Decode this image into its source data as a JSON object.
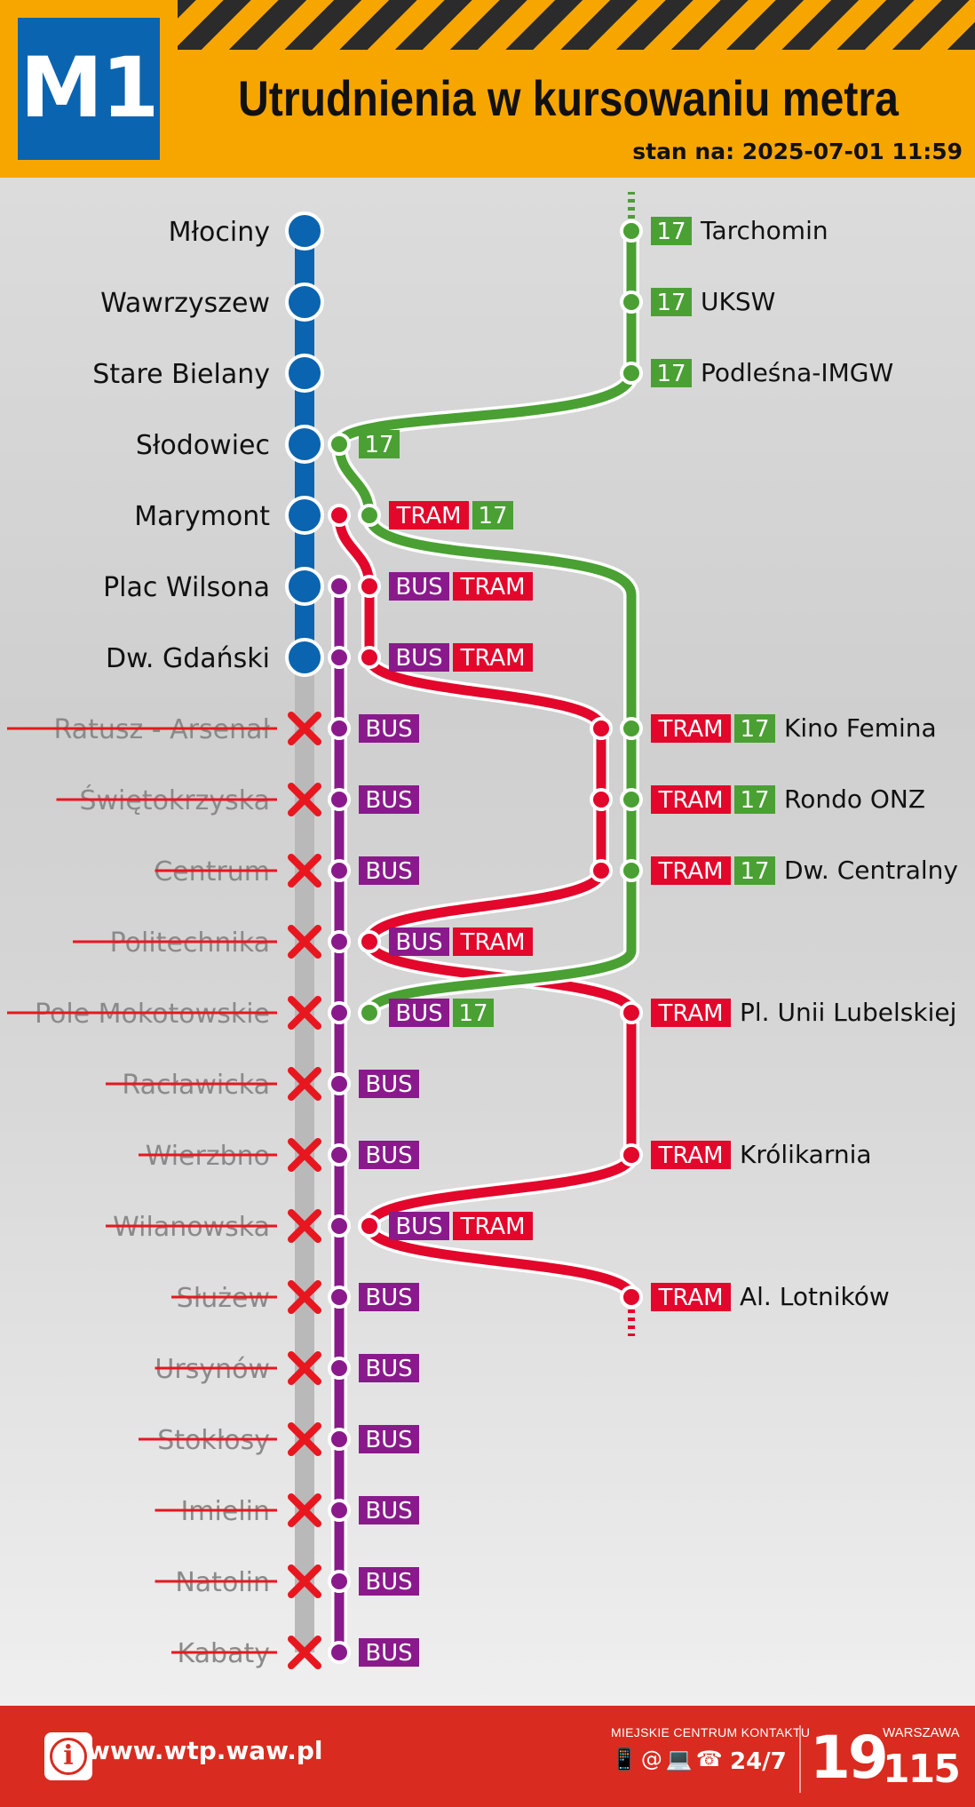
{
  "header": {
    "line_badge": "M1",
    "title": "Utrudnienia w kursowaniu metra",
    "timestamp": "stan na: 2025-07-01 11:59"
  },
  "colors": {
    "metro": "#0a64b0",
    "closed": "#b9b9b9",
    "closed_mark": "#e8171f",
    "bus": "#8a1a8c",
    "tram": "#e2072b",
    "line17": "#4aa033",
    "header_bg": "#f7a600",
    "footer_bg": "#d92b1f"
  },
  "metro_stations": [
    {
      "name": "Młociny",
      "status": "open"
    },
    {
      "name": "Wawrzyszew",
      "status": "open"
    },
    {
      "name": "Stare Bielany",
      "status": "open"
    },
    {
      "name": "Słodowiec",
      "status": "open"
    },
    {
      "name": "Marymont",
      "status": "open"
    },
    {
      "name": "Plac Wilsona",
      "status": "open"
    },
    {
      "name": "Dw. Gdański",
      "status": "open"
    },
    {
      "name": "Ratusz - Arsenał",
      "status": "closed"
    },
    {
      "name": "Świętokrzyska",
      "status": "closed"
    },
    {
      "name": "Centrum",
      "status": "closed"
    },
    {
      "name": "Politechnika",
      "status": "closed"
    },
    {
      "name": "Pole Mokotowskie",
      "status": "closed"
    },
    {
      "name": "Racławicka",
      "status": "closed"
    },
    {
      "name": "Wierzbno",
      "status": "closed"
    },
    {
      "name": "Wilanowska",
      "status": "closed"
    },
    {
      "name": "Służew",
      "status": "closed"
    },
    {
      "name": "Ursynów",
      "status": "closed"
    },
    {
      "name": "Stokłosy",
      "status": "closed"
    },
    {
      "name": "Imielin",
      "status": "closed"
    },
    {
      "name": "Natolin",
      "status": "closed"
    },
    {
      "name": "Kabaty",
      "status": "closed"
    }
  ],
  "replacement_labels": {
    "bus": "BUS",
    "tram": "TRAM",
    "line17": "17"
  },
  "badges": [
    {
      "row": 3,
      "lane": "g1",
      "items": [
        "17"
      ],
      "name": ""
    },
    {
      "row": 4,
      "lane": "g1",
      "items": [
        "TRAM",
        "17"
      ],
      "name": ""
    },
    {
      "row": 5,
      "lane": "g1",
      "items": [
        "BUS",
        "TRAM"
      ],
      "name": ""
    },
    {
      "row": 6,
      "lane": "g1",
      "items": [
        "BUS",
        "TRAM"
      ],
      "name": ""
    },
    {
      "row": 7,
      "lane": "b",
      "items": [
        "BUS"
      ],
      "name": ""
    },
    {
      "row": 8,
      "lane": "b",
      "items": [
        "BUS"
      ],
      "name": ""
    },
    {
      "row": 9,
      "lane": "b",
      "items": [
        "BUS"
      ],
      "name": ""
    },
    {
      "row": 10,
      "lane": "g1",
      "items": [
        "BUS",
        "TRAM"
      ],
      "name": ""
    },
    {
      "row": 11,
      "lane": "g1",
      "items": [
        "BUS",
        "17"
      ],
      "name": ""
    },
    {
      "row": 12,
      "lane": "b",
      "items": [
        "BUS"
      ],
      "name": ""
    },
    {
      "row": 13,
      "lane": "b",
      "items": [
        "BUS"
      ],
      "name": ""
    },
    {
      "row": 14,
      "lane": "g1",
      "items": [
        "BUS",
        "TRAM"
      ],
      "name": ""
    },
    {
      "row": 15,
      "lane": "b",
      "items": [
        "BUS"
      ],
      "name": ""
    },
    {
      "row": 16,
      "lane": "b",
      "items": [
        "BUS"
      ],
      "name": ""
    },
    {
      "row": 17,
      "lane": "b",
      "items": [
        "BUS"
      ],
      "name": ""
    },
    {
      "row": 18,
      "lane": "b",
      "items": [
        "BUS"
      ],
      "name": ""
    },
    {
      "row": 19,
      "lane": "b",
      "items": [
        "BUS"
      ],
      "name": ""
    },
    {
      "row": 20,
      "lane": "b",
      "items": [
        "BUS"
      ],
      "name": ""
    },
    {
      "row": 0,
      "lane": "r2",
      "items": [
        "17"
      ],
      "name": "Tarchomin"
    },
    {
      "row": 1,
      "lane": "r2",
      "items": [
        "17"
      ],
      "name": "UKSW"
    },
    {
      "row": 2,
      "lane": "r2",
      "items": [
        "17"
      ],
      "name": "Podleśna-IMGW"
    },
    {
      "row": 7,
      "lane": "r2",
      "items": [
        "TRAM",
        "17"
      ],
      "name": "Kino Femina"
    },
    {
      "row": 8,
      "lane": "r2",
      "items": [
        "TRAM",
        "17"
      ],
      "name": "Rondo ONZ"
    },
    {
      "row": 9,
      "lane": "r2",
      "items": [
        "TRAM",
        "17"
      ],
      "name": "Dw. Centralny"
    },
    {
      "row": 11,
      "lane": "r2",
      "items": [
        "TRAM"
      ],
      "name": "Pl. Unii Lubelskiej"
    },
    {
      "row": 13,
      "lane": "r2",
      "items": [
        "TRAM"
      ],
      "name": "Królikarnia"
    },
    {
      "row": 15,
      "lane": "r2",
      "items": [
        "TRAM"
      ],
      "name": "Al. Lotników"
    }
  ],
  "footer": {
    "website": "www.wtp.waw.pl",
    "contact_label": "MIEJSKIE CENTRUM KONTAKTU",
    "contact_icons": "📱@💻☎",
    "hours": "24/7",
    "phone_main": "19",
    "phone_suffix": "115",
    "city": "WARSZAWA"
  }
}
